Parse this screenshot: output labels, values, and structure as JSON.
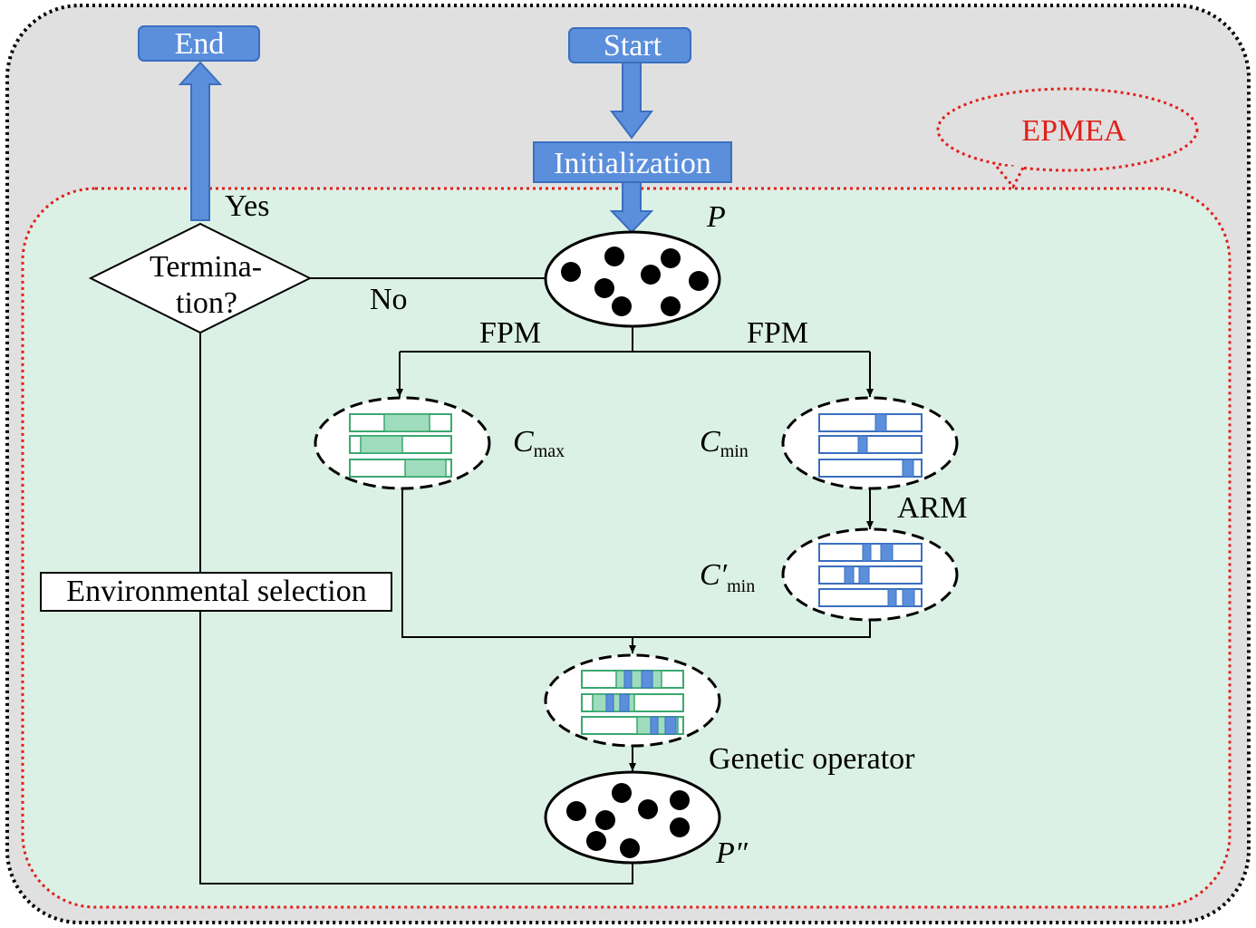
{
  "diagram": {
    "container_label": "EPMEA",
    "start_label": "Start",
    "end_label": "End",
    "init_label": "Initialization",
    "termination_line1": "Termina-",
    "termination_line2": "tion?",
    "yes_label": "Yes",
    "no_label": "No",
    "population_label": "P",
    "population_next_label": "P″",
    "fpm_left_label": "FPM",
    "fpm_right_label": "FPM",
    "arm_label": "ARM",
    "cmax_main": "C",
    "cmax_sub": "max",
    "cmin_main": "C",
    "cmin_sub": "min",
    "cmin2_main": "C′",
    "cmin2_sub": "min",
    "env_selection_label": "Environmental selection",
    "genetic_operator_label": "Genetic operator"
  },
  "colors": {
    "outer_bg": "#e0e0e0",
    "inner_bg": "#dcf1e6",
    "accent_red": "#e0201b",
    "blue": "#5b8fdc",
    "blue_dark": "#3a6fbf",
    "green": "#9fdcbd",
    "green_border": "#3aa870"
  }
}
